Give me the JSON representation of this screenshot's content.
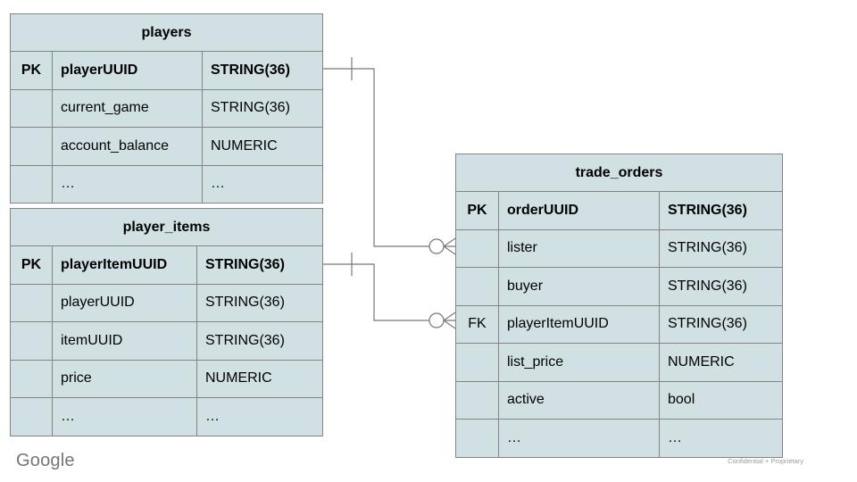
{
  "slide": {
    "footer": {
      "brand": "Google",
      "note": "Confidential + Proprietary"
    }
  },
  "colors": {
    "table_fill": "#d0e0e3",
    "table_border": "#848484",
    "connector_line": "#777777",
    "text": "#000000",
    "brand_text": "#757575",
    "note_text": "#9b9b9b",
    "background": "#ffffff"
  },
  "diagram": {
    "tables": [
      {
        "id": "players",
        "title": "players",
        "rows": [
          {
            "key": "PK",
            "name": "playerUUID",
            "type": "STRING(36)",
            "bold": true
          },
          {
            "key": "",
            "name": "current_game",
            "type": "STRING(36)",
            "bold": false
          },
          {
            "key": "",
            "name": "account_balance",
            "type": "NUMERIC",
            "bold": false
          },
          {
            "key": "",
            "name": "…",
            "type": "…",
            "bold": false
          }
        ]
      },
      {
        "id": "player_items",
        "title": "player_items",
        "rows": [
          {
            "key": "PK",
            "name": "playerItemUUID",
            "type": "STRING(36)",
            "bold": true
          },
          {
            "key": "",
            "name": "playerUUID",
            "type": "STRING(36)",
            "bold": false
          },
          {
            "key": "",
            "name": "itemUUID",
            "type": "STRING(36)",
            "bold": false
          },
          {
            "key": "",
            "name": "price",
            "type": "NUMERIC",
            "bold": false
          },
          {
            "key": "",
            "name": "…",
            "type": "…",
            "bold": false
          }
        ]
      },
      {
        "id": "trade_orders",
        "title": "trade_orders",
        "rows": [
          {
            "key": "PK",
            "name": "orderUUID",
            "type": "STRING(36)",
            "bold": true
          },
          {
            "key": "",
            "name": "lister",
            "type": "STRING(36)",
            "bold": false
          },
          {
            "key": "",
            "name": "buyer",
            "type": "STRING(36)",
            "bold": false
          },
          {
            "key": "FK",
            "name": "playerItemUUID",
            "type": "STRING(36)",
            "bold": false
          },
          {
            "key": "",
            "name": "list_price",
            "type": "NUMERIC",
            "bold": false
          },
          {
            "key": "",
            "name": "active",
            "type": "bool",
            "bold": false
          },
          {
            "key": "",
            "name": "…",
            "type": "…",
            "bold": false
          }
        ]
      }
    ],
    "relationships": [
      {
        "from_table": "players",
        "from_field": "playerUUID",
        "from_cardinality": "one",
        "to_table": "trade_orders",
        "to_field": "lister",
        "to_cardinality": "zero-or-many"
      },
      {
        "from_table": "player_items",
        "from_field": "playerItemUUID",
        "from_cardinality": "one",
        "to_table": "trade_orders",
        "to_field": "playerItemUUID",
        "to_cardinality": "zero-or-many"
      }
    ]
  }
}
